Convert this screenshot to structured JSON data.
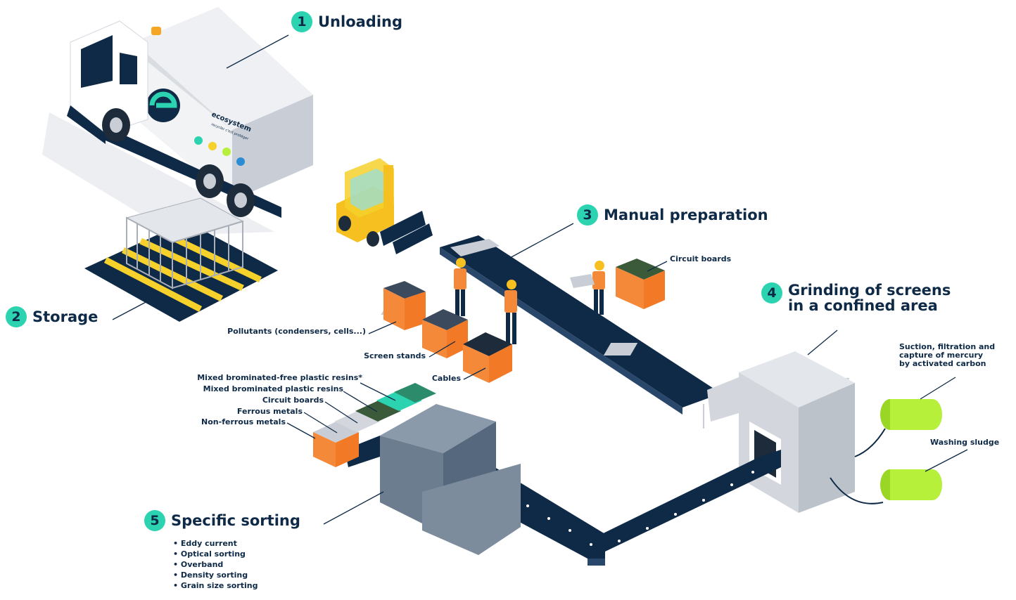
{
  "steps": {
    "unloading": {
      "number": "1",
      "title": "Unloading"
    },
    "storage": {
      "number": "2",
      "title": "Storage"
    },
    "manual_preparation": {
      "number": "3",
      "title": "Manual preparation"
    },
    "grinding": {
      "number": "4",
      "title_line1": "Grinding of screens",
      "title_line2": "in a confined area"
    },
    "specific_sorting": {
      "number": "5",
      "title": "Specific sorting"
    }
  },
  "truck": {
    "brand": "ecosystem",
    "tagline": "recycler c'est protéger"
  },
  "labels": {
    "circuit_boards_top": "Circuit boards",
    "pollutants": "Pollutants (condensers, cells...)",
    "screen_stands": "Screen stands",
    "cables": "Cables",
    "suction_line1": "Suction, filtration and",
    "suction_line2": "capture of mercury",
    "suction_line3": "by activated carbon",
    "washing_sludge": "Washing sludge",
    "sorted_outputs": [
      "Mixed brominated-free plastic resins*",
      "Mixed brominated plastic resins",
      "Circuit boards",
      "Ferrous metals",
      "Non-ferrous metals"
    ]
  },
  "sorting_methods": [
    "Eddy current",
    "Optical sorting",
    "Overband",
    "Density sorting",
    "Grain size sorting"
  ],
  "colors": {
    "accent": "#2bd3b1",
    "navy": "#0e2a47",
    "orange": "#f5893a",
    "lime": "#b6f03a",
    "yellow": "#f6d02b",
    "grey": "#c9ced6"
  }
}
